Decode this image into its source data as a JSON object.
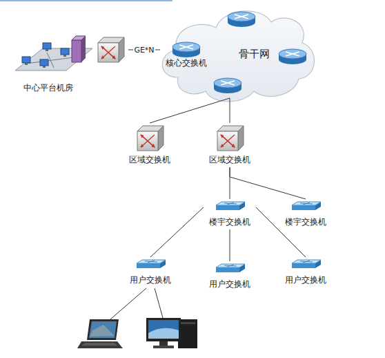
{
  "diagram": {
    "nodes": [
      {
        "text": [
          "中心平台机房"
        ]
      },
      {
        "text": [
          "骨干网"
        ]
      },
      {
        "text": [
          "核心交换机"
        ],
        "in": 1
      },
      {
        "text": [
          "区域交换机"
        ]
      },
      {
        "text": [
          "区域交换机"
        ]
      },
      {
        "text": [
          "楼宇交换机"
        ]
      },
      {
        "text": [
          "楼宇交换机"
        ]
      },
      {
        "text": [
          "用户交换机"
        ]
      },
      {
        "text": [
          "用户交换机"
        ]
      },
      {
        "text": [
          "用户交换机"
        ]
      }
    ],
    "edges": [
      {
        "from": 0,
        "to": 2,
        "arrow": "none",
        "label": "GE*N"
      },
      {
        "from": 1,
        "to": 3,
        "arrow": "none"
      },
      {
        "from": 1,
        "to": 4,
        "arrow": "none"
      },
      {
        "from": 4,
        "to": 5,
        "arrow": "none"
      },
      {
        "from": 4,
        "to": 6,
        "arrow": "none"
      },
      {
        "from": 5,
        "to": 7,
        "arrow": "none"
      },
      {
        "from": 5,
        "to": 8,
        "arrow": "none"
      },
      {
        "from": 5,
        "to": 9,
        "arrow": "none"
      }
    ]
  }
}
